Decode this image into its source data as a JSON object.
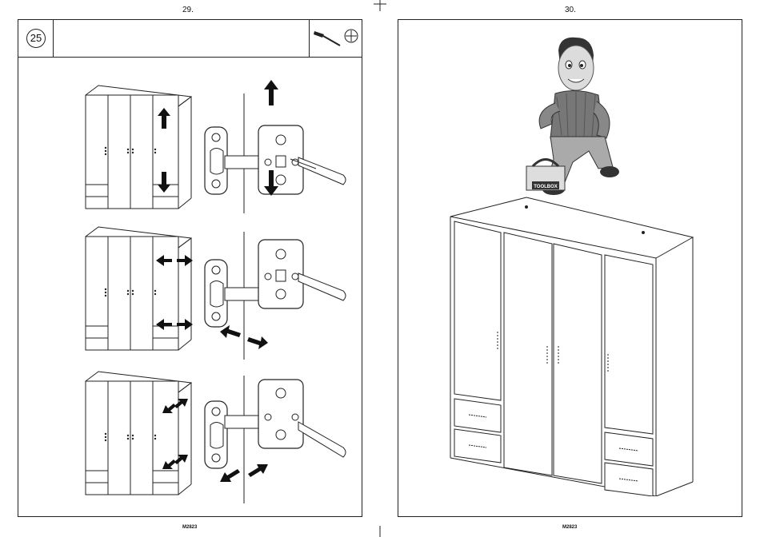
{
  "left_page": {
    "page_number": "29.",
    "step_number": "25",
    "footer": "M2823",
    "tool": "screwdriver-icon"
  },
  "right_page": {
    "page_number": "30.",
    "footer": "M2823",
    "toolbox_label": "TOOLBOX"
  }
}
